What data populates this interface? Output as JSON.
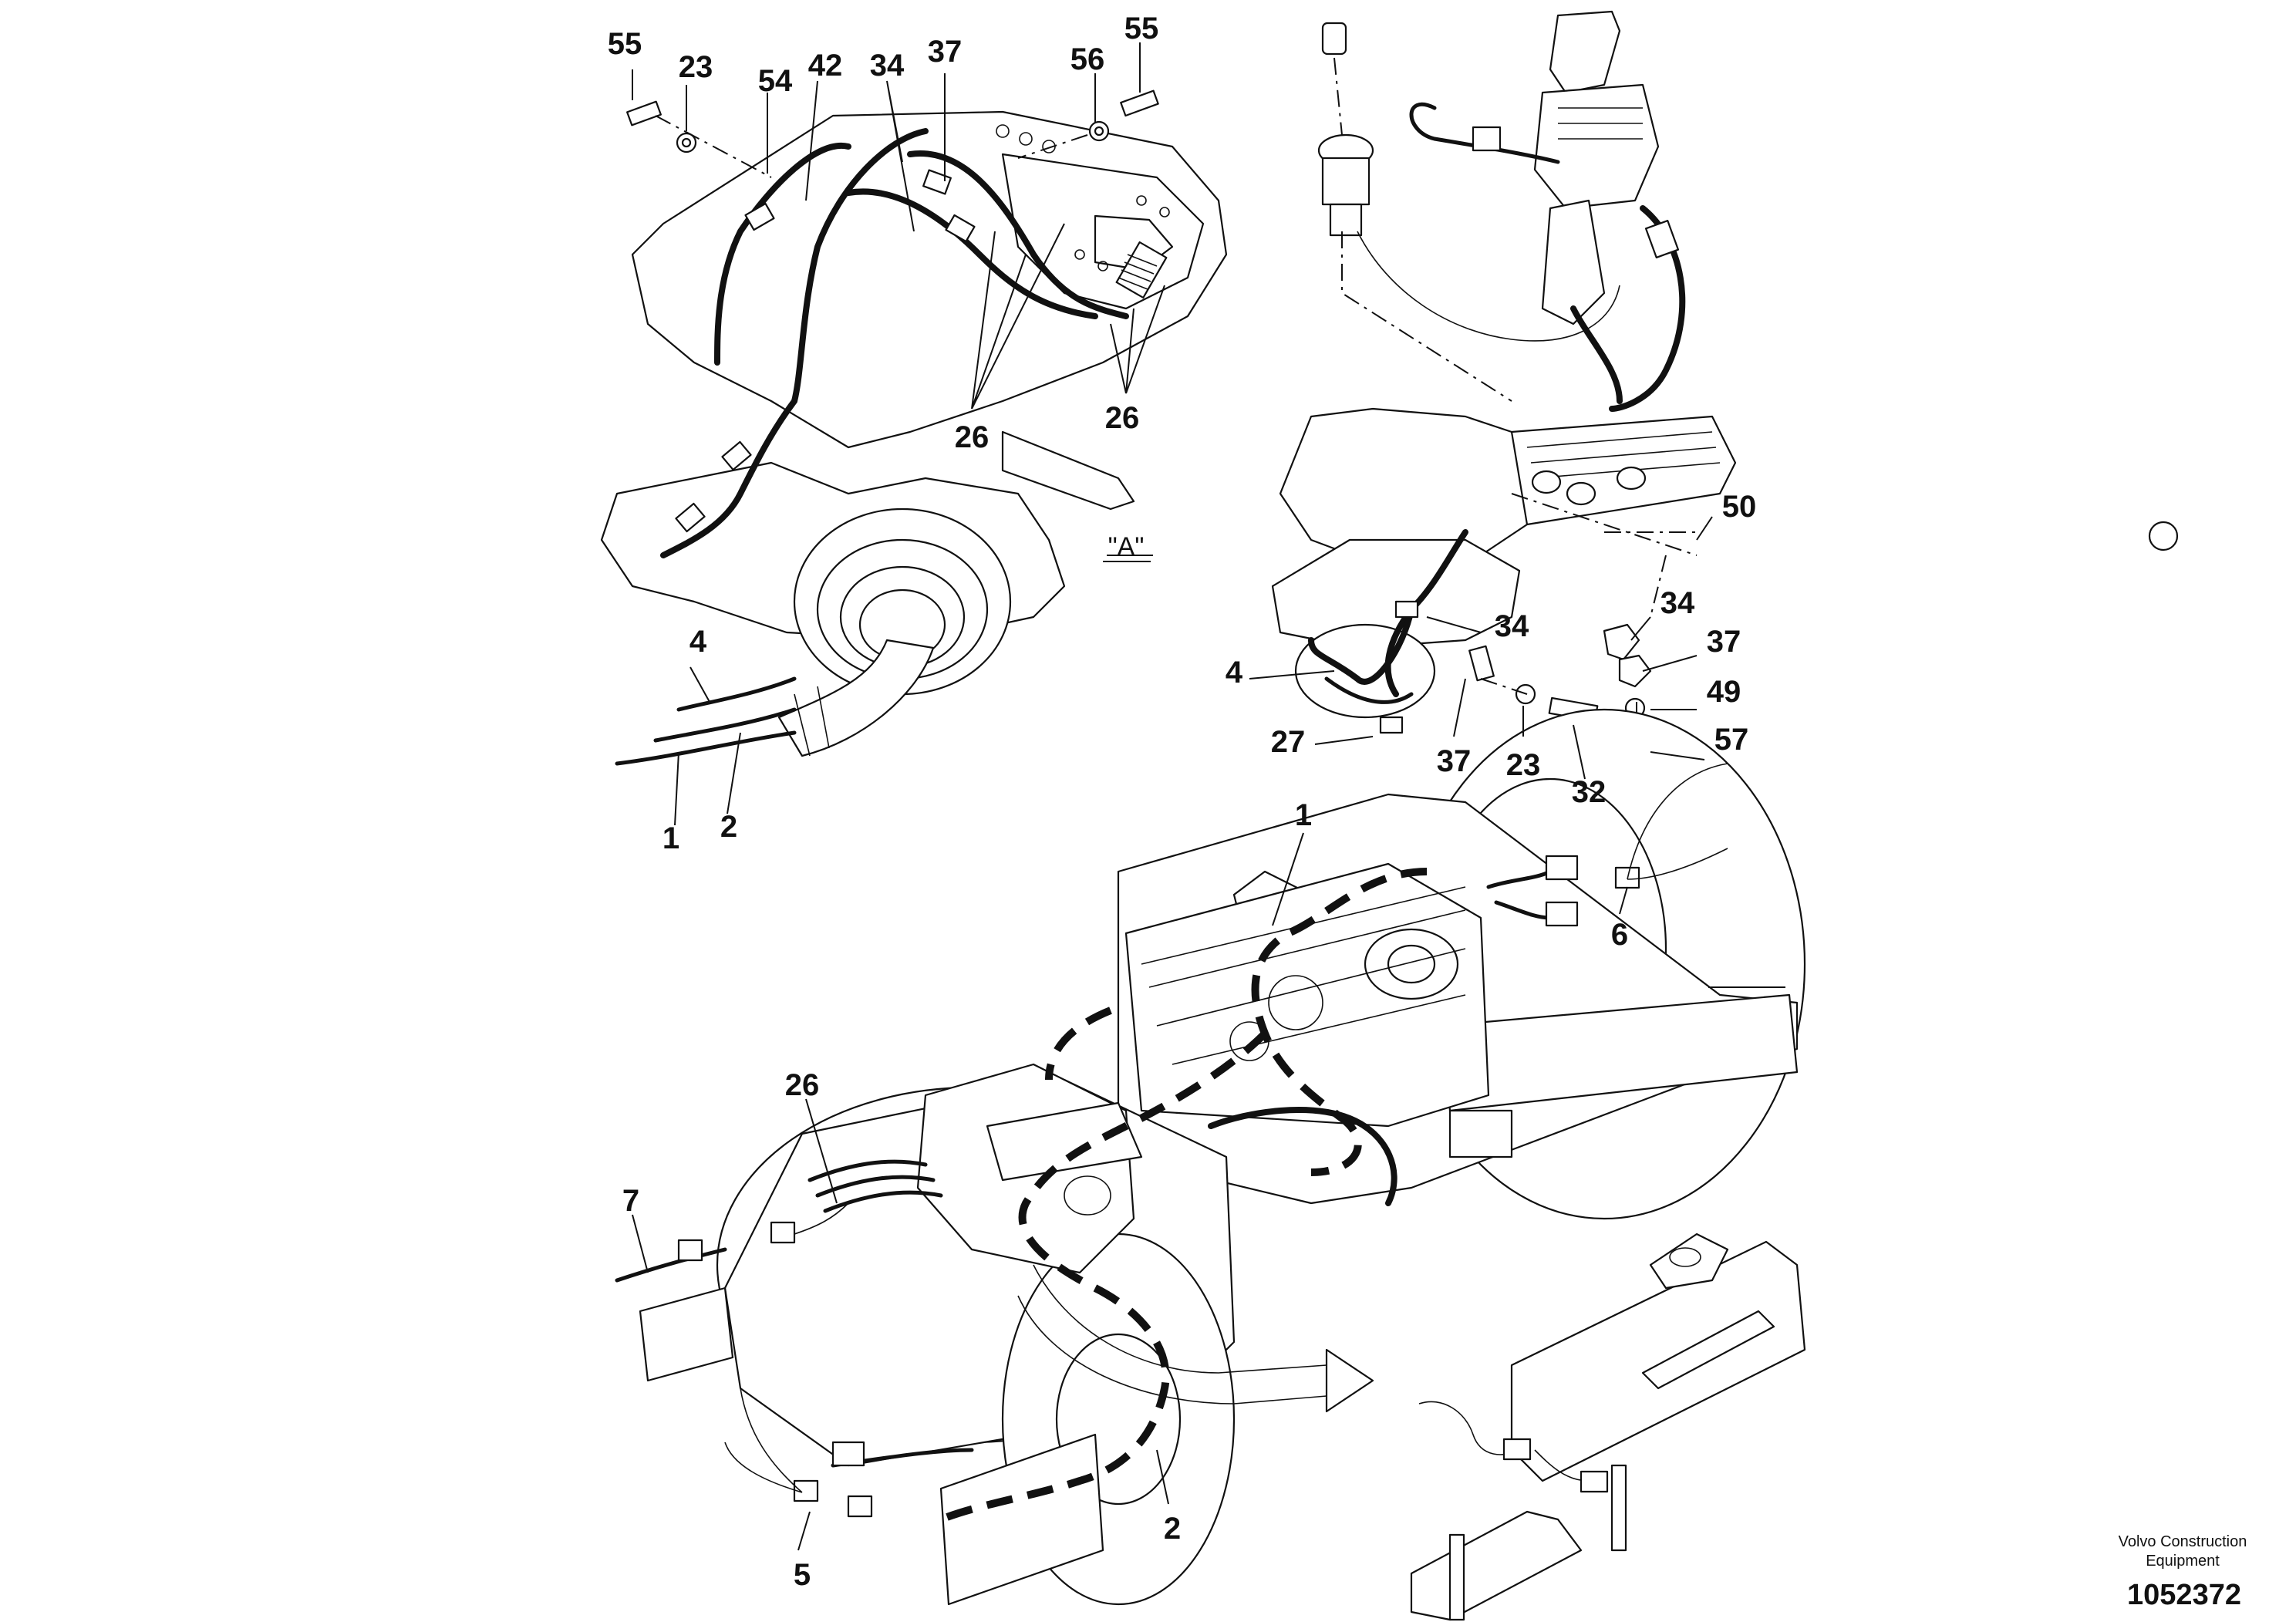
{
  "diagram": {
    "view_label": "\"A\"",
    "callouts": [
      {
        "id": "c55a",
        "text": "55"
      },
      {
        "id": "c23a",
        "text": "23"
      },
      {
        "id": "c54",
        "text": "54"
      },
      {
        "id": "c42",
        "text": "42"
      },
      {
        "id": "c34a",
        "text": "34"
      },
      {
        "id": "c37a",
        "text": "37"
      },
      {
        "id": "c56",
        "text": "56"
      },
      {
        "id": "c55b",
        "text": "55"
      },
      {
        "id": "c26a",
        "text": "26"
      },
      {
        "id": "c26b",
        "text": "26"
      },
      {
        "id": "c4a",
        "text": "4"
      },
      {
        "id": "c2a",
        "text": "2"
      },
      {
        "id": "c1a",
        "text": "1"
      },
      {
        "id": "c50",
        "text": "50"
      },
      {
        "id": "c34b",
        "text": "34"
      },
      {
        "id": "c34c",
        "text": "34"
      },
      {
        "id": "c37b",
        "text": "37"
      },
      {
        "id": "c4b",
        "text": "4"
      },
      {
        "id": "c49",
        "text": "49"
      },
      {
        "id": "c57",
        "text": "57"
      },
      {
        "id": "c27",
        "text": "27"
      },
      {
        "id": "c37c",
        "text": "37"
      },
      {
        "id": "c23b",
        "text": "23"
      },
      {
        "id": "c32",
        "text": "32"
      },
      {
        "id": "c1b",
        "text": "1"
      },
      {
        "id": "c6",
        "text": "6"
      },
      {
        "id": "c26c",
        "text": "26"
      },
      {
        "id": "c7",
        "text": "7"
      },
      {
        "id": "c2b",
        "text": "2"
      },
      {
        "id": "c5",
        "text": "5"
      }
    ]
  },
  "footer": {
    "brand_line1": "Volvo Construction",
    "brand_line2": "Equipment",
    "drawing_number": "1052372"
  }
}
